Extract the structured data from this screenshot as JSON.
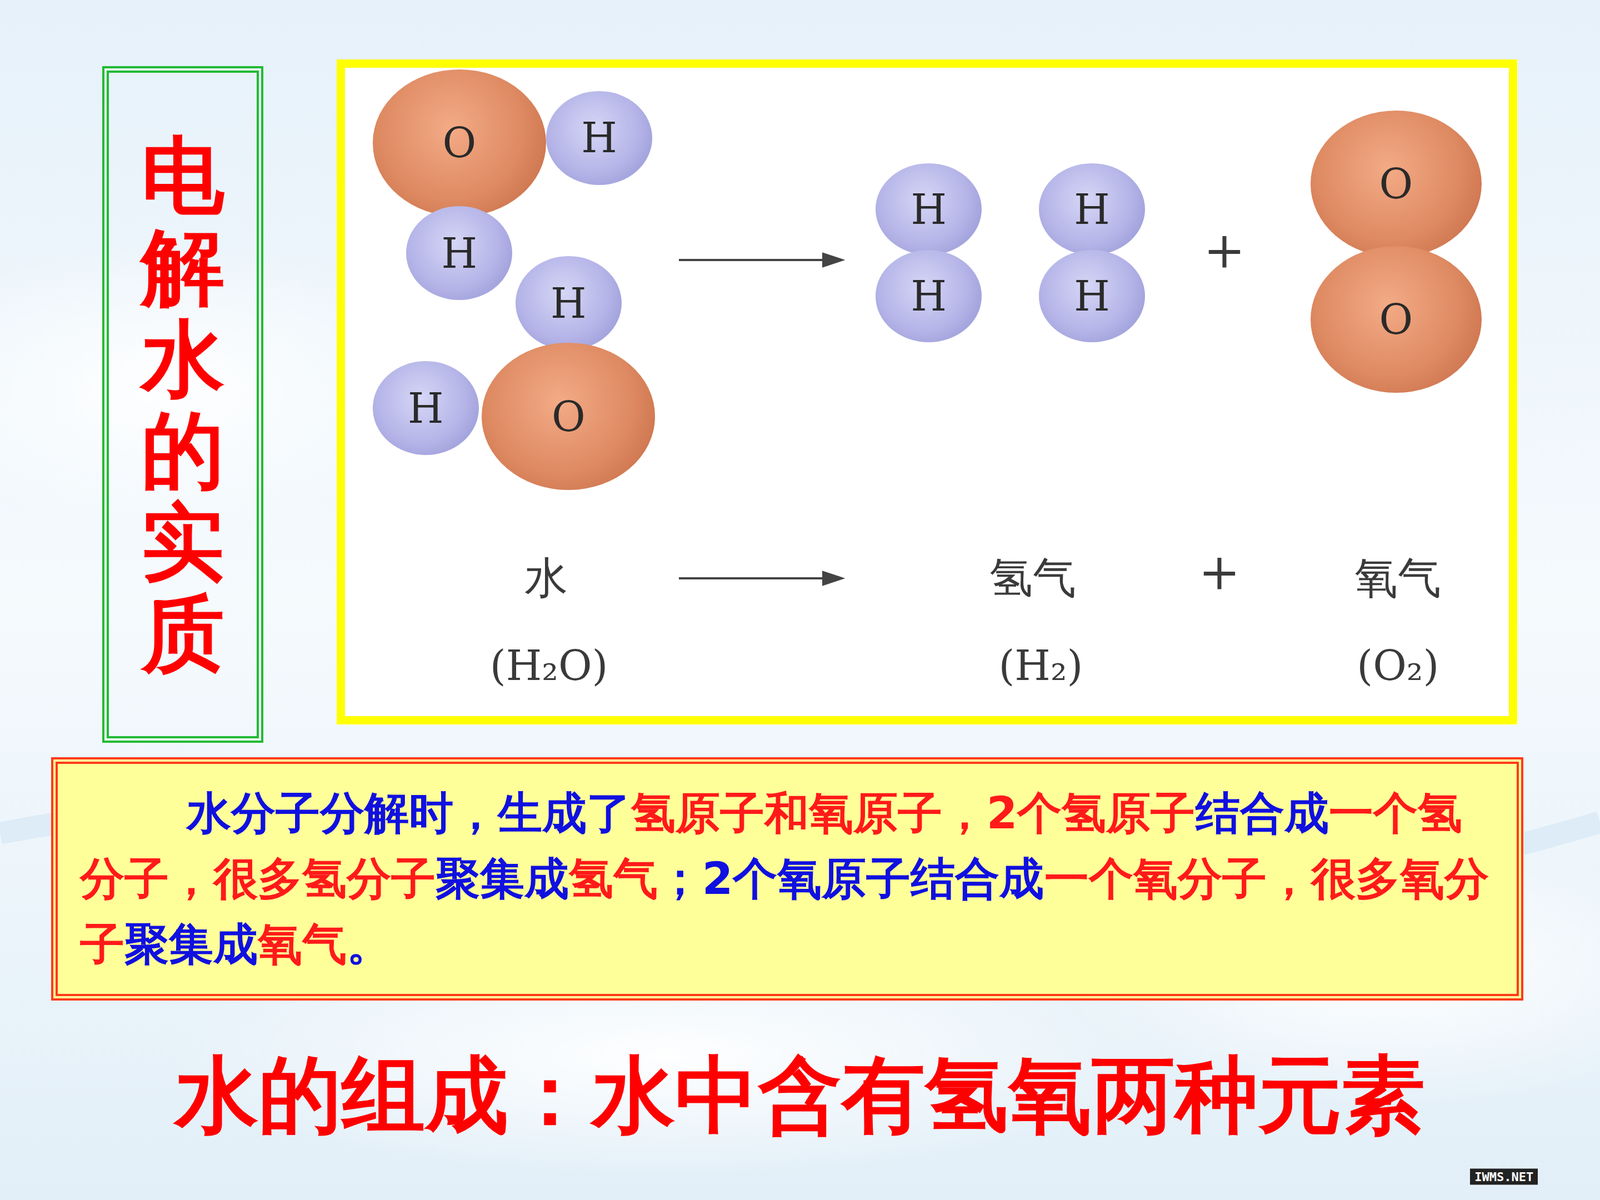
{
  "diagram": {
    "caption": "水的组成：水中含有氢氧两种元素",
    "nodes": [
      {
        "text": [
          "电解水的实质"
        ]
      },
      {
        "text": []
      },
      {
        "text": [
          "O"
        ],
        "in": 1
      },
      {
        "text": [
          "H"
        ],
        "in": 1
      },
      {
        "text": [
          "H"
        ],
        "in": 1
      },
      {
        "text": [
          "H"
        ],
        "in": 1
      },
      {
        "text": [
          "H"
        ],
        "in": 1
      },
      {
        "text": [
          "O"
        ],
        "in": 1
      },
      {
        "text": [
          "H"
        ],
        "in": 1
      },
      {
        "text": [
          "H"
        ],
        "in": 1
      },
      {
        "text": [
          "H"
        ],
        "in": 1
      },
      {
        "text": [
          "H"
        ],
        "in": 1
      },
      {
        "text": [
          "O"
        ],
        "in": 1
      },
      {
        "text": [
          "O"
        ],
        "in": 1
      },
      {
        "text": [
          "水分子分解时，生成了氢原子和氧原子，2个氢原子结合成一个氢分子，很多氢分子聚集成氢气；2个氧原子结合成一个氧分子，很多氧分子聚集成氧气。"
        ]
      }
    ],
    "labels": [
      "+",
      "水",
      "氢气",
      "+",
      "氧气",
      "(H₂O)",
      "(H₂)",
      "(O₂)",
      "IWMS.NET"
    ]
  }
}
